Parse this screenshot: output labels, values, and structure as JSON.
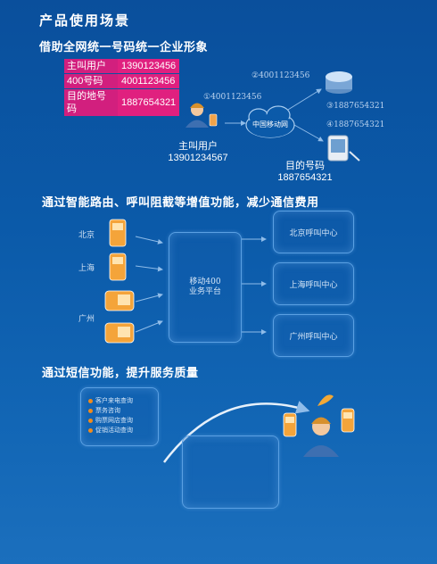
{
  "title": "产品使用场景",
  "section1": {
    "heading": "借助全网统一号码统一企业形象",
    "table": [
      {
        "key": "主叫用户",
        "value": "1390123456"
      },
      {
        "key": "400号码",
        "value": "4001123456"
      },
      {
        "key": "目的地号码",
        "value": "1887654321"
      }
    ],
    "steps": [
      "①4001123456",
      "②4001123456",
      "③1887654321",
      "④1887654321"
    ],
    "network": "中国移动网",
    "caller_label": "主叫用户",
    "caller_number": "13901234567",
    "target_label": "目的号码",
    "target_number": "1887654321"
  },
  "section2": {
    "heading": "通过智能路由、呼叫阻截等增值功能，减少通信费用",
    "cities": [
      "北京",
      "上海",
      "广州"
    ],
    "platform": [
      "移动400",
      "业务平台"
    ],
    "centers": [
      "北京呼叫中心",
      "上海呼叫中心",
      "广州呼叫中心"
    ]
  },
  "section3": {
    "heading": "通过短信功能，提升服务质量",
    "items": [
      "客户来电查询",
      "票务咨询",
      "购票网店查询",
      "促销活动查询"
    ]
  },
  "colors": {
    "highlight": "#e0207f",
    "accent": "#f08a1c"
  }
}
